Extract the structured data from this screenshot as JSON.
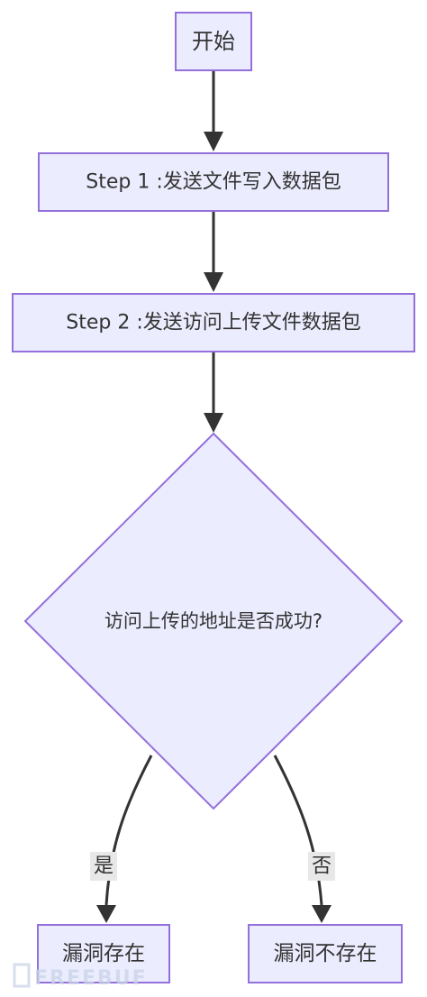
{
  "diagram": {
    "type": "flowchart",
    "nodes": {
      "start": {
        "label": "开始"
      },
      "step1": {
        "label": "Step 1 :发送文件写入数据包"
      },
      "step2": {
        "label": "Step 2 :发送访问上传文件数据包"
      },
      "decision": {
        "label": "访问上传的地址是否成功?"
      },
      "vuln": {
        "label": "漏洞存在"
      },
      "novuln": {
        "label": "漏洞不存在"
      }
    },
    "edges": [
      {
        "from": "start",
        "to": "step1",
        "label": ""
      },
      {
        "from": "step1",
        "to": "step2",
        "label": ""
      },
      {
        "from": "step2",
        "to": "decision",
        "label": ""
      },
      {
        "from": "decision",
        "to": "vuln",
        "label": "是"
      },
      {
        "from": "decision",
        "to": "novuln",
        "label": "否"
      }
    ],
    "colors": {
      "node_fill": "#ECECFF",
      "node_stroke": "#9370DB",
      "edge": "#333333",
      "edge_label_bg": "#E8E8E8"
    }
  },
  "watermark": {
    "text": "FREEBUF"
  }
}
